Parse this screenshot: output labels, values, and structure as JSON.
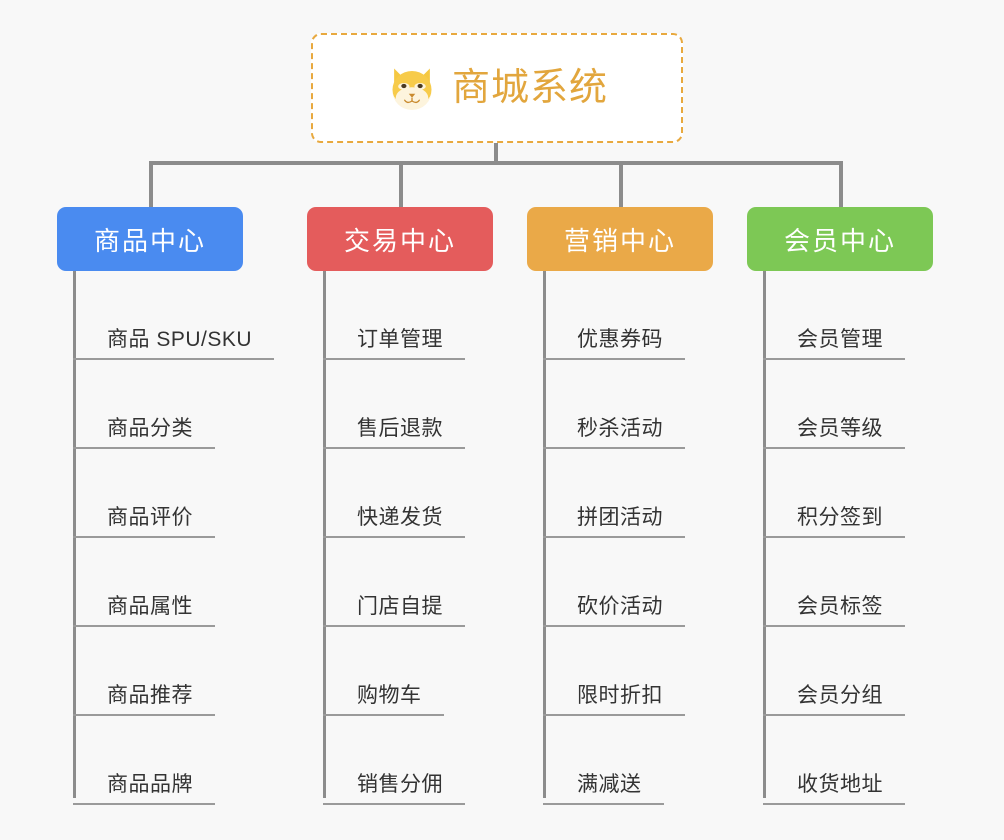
{
  "page": {
    "background_color": "#f8f8f8",
    "connector_color": "#8c8c8c"
  },
  "root": {
    "title": "商城系统",
    "icon": "dog-face-icon",
    "border_color": "#e8a93f",
    "text_color": "#e2a63d",
    "background_color": "#ffffff"
  },
  "categories": [
    {
      "label": "商品中心",
      "color": "#4a8bf0",
      "items": [
        {
          "label": "商品 SPU/SKU"
        },
        {
          "label": "商品分类"
        },
        {
          "label": "商品评价"
        },
        {
          "label": "商品属性"
        },
        {
          "label": "商品推荐"
        },
        {
          "label": "商品品牌"
        }
      ]
    },
    {
      "label": "交易中心",
      "color": "#e45c5c",
      "items": [
        {
          "label": "订单管理"
        },
        {
          "label": "售后退款"
        },
        {
          "label": "快递发货"
        },
        {
          "label": "门店自提"
        },
        {
          "label": "购物车"
        },
        {
          "label": "销售分佣"
        }
      ]
    },
    {
      "label": "营销中心",
      "color": "#eaa948",
      "items": [
        {
          "label": "优惠券码"
        },
        {
          "label": "秒杀活动"
        },
        {
          "label": "拼团活动"
        },
        {
          "label": "砍价活动"
        },
        {
          "label": "限时折扣"
        },
        {
          "label": "满减送"
        }
      ]
    },
    {
      "label": "会员中心",
      "color": "#7dc855",
      "items": [
        {
          "label": "会员管理"
        },
        {
          "label": "会员等级"
        },
        {
          "label": "积分签到"
        },
        {
          "label": "会员标签"
        },
        {
          "label": "会员分组"
        },
        {
          "label": "收货地址"
        }
      ]
    }
  ]
}
